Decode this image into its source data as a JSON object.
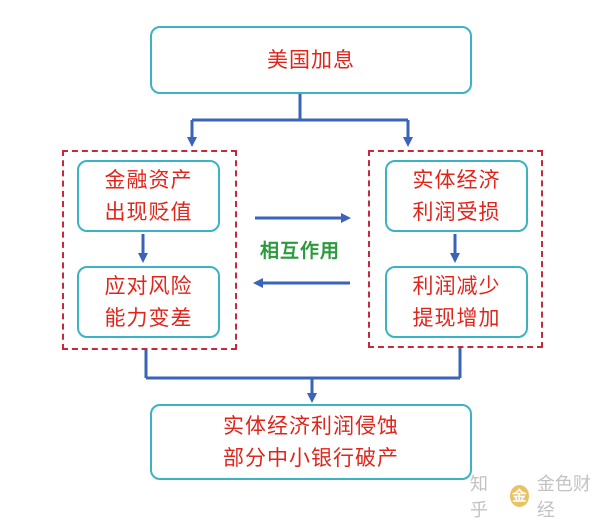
{
  "nodes": {
    "top": [
      "美国加息"
    ],
    "left_top": [
      "金融资产",
      "出现贬值"
    ],
    "left_bottom": [
      "应对风险",
      "能力变差"
    ],
    "right_top": [
      "实体经济",
      "利润受损"
    ],
    "right_bottom": [
      "利润减少",
      "提现增加"
    ],
    "bottom": [
      "实体经济利润侵蚀",
      "部分中小银行破产"
    ]
  },
  "interaction_label": "相互作用",
  "watermark": {
    "left_text": "知乎",
    "brand_text": "金色财经"
  },
  "colors": {
    "box_border": "#3bb3c3",
    "box_text": "#e0251b",
    "dashed_group": "#c8283c",
    "arrow": "#3a64b8",
    "label": "#2a9a3c"
  }
}
